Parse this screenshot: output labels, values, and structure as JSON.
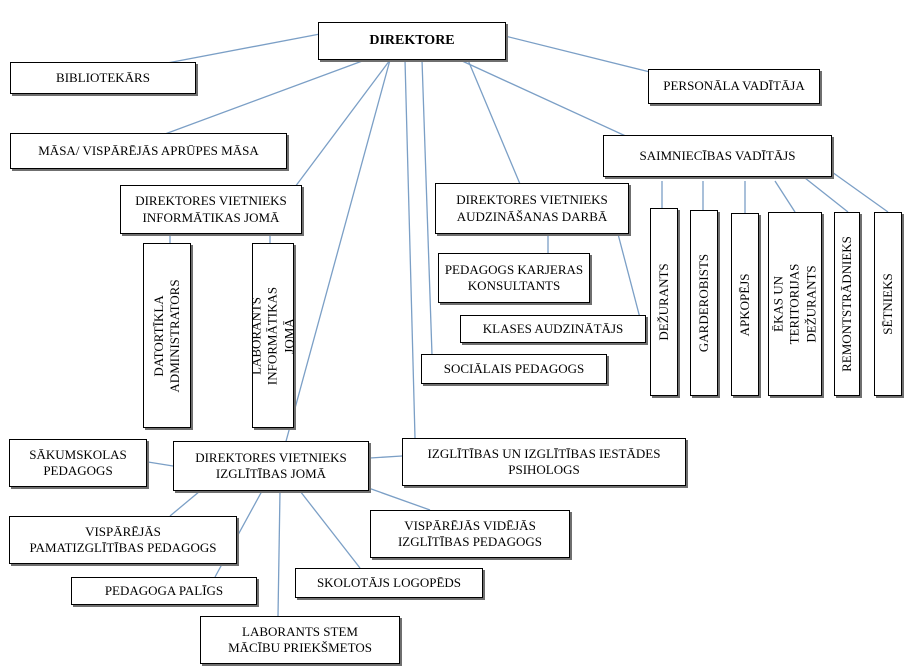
{
  "diagram": {
    "line_color": "#7b9fc6",
    "nodes": {
      "direktore": "DIREKTORE",
      "bibliotekars": "BIBLIOTEKĀRS",
      "personala_vaditaja": "PERSONĀLA VADĪTĀJA",
      "masa": "MĀSA/ VISPĀRĒJĀS APRŪPES  MĀSA",
      "saimniecibas_vaditajs": "SAIMNIECĪBAS VADĪTĀJS",
      "vietnieks_informatika": "DIREKTORES VIETNIEKS\nINFORMĀTIKAS JOMĀ",
      "vietnieks_audzinasana": "DIREKTORES VIETNIEKS\nAUDZINĀŠANAS DARBĀ",
      "datortikla_administrators": "DATORTĪKLA\nADMINISTRATORS",
      "laborants_informatika": "LABORANTS\nINFORMĀTIKAS JOMĀ",
      "karjeras_konsultants": "PEDAGOGS KARJERAS\nKONSULTANTS",
      "klases_audzinatajs": "KLASES AUDZINĀTĀJS",
      "socialais_pedagogs": "SOCIĀLAIS PEDAGOGS",
      "dezurants": "DEŽURANTS",
      "garderobists": "GARDEROBISTS",
      "apkopejs": "APKOPĒJS",
      "ekas_dezurants": "ĒKAS UN TERITORIJAS\nDEŽURANTS",
      "remontstradnieks": "REMONTSTRĀDNIEKS",
      "setnieks": "SĒTNIEKS",
      "sakumskolas_pedagogs": "SĀKUMSKOLAS\nPEDAGOGS",
      "vietnieks_izglitiba": "DIREKTORES VIETNIEKS\nIZGLĪTĪBAS JOMĀ",
      "psihologs": "IZGLĪTĪBAS UN IZGLĪTĪBAS IESTĀDES\nPSIHOLOGS",
      "pamatizglitibas_pedagogs": "VISPĀRĒJĀS\nPAMATIZGLĪTĪBAS PEDAGOGS",
      "videjas_pedagogs": "VISPĀRĒJĀS VIDĒJĀS\nIZGLĪTĪBAS PEDAGOGS",
      "pedagoga_paligs": "PEDAGOGA PALĪGS",
      "logopeds": "SKOLOTĀJS LOGOPĒDS",
      "laborants_stem": "LABORANTS  STEM\nMĀCĪBU PRIEKŠMETOS"
    }
  }
}
